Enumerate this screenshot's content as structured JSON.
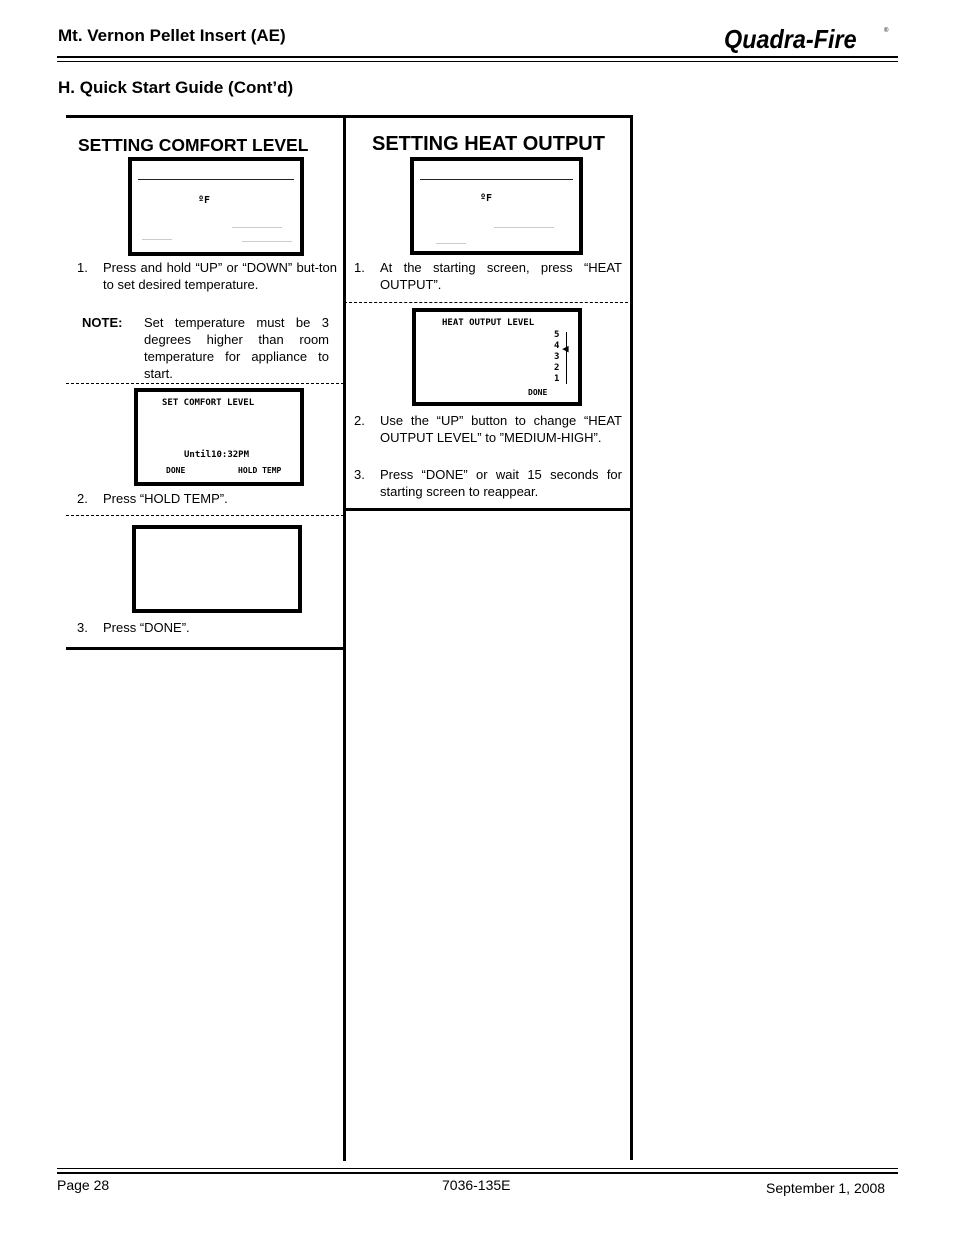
{
  "header": {
    "doc_title": "Mt. Vernon Pellet Insert (AE)",
    "logo_text": "Quadra-Fire",
    "logo_mark": "®"
  },
  "section_title": "H. Quick Start Guide (Cont’d)",
  "left_column": {
    "heading": "SETTING COMFORT LEVEL",
    "screen1": {
      "unit": "ºF"
    },
    "step1": {
      "num": "1.",
      "text": "Press and hold “UP” or “DOWN” but-ton to set desired temperature."
    },
    "note": {
      "label": "NOTE:",
      "text": "Set temperature must be 3 degrees higher than room temperature for appliance to start."
    },
    "screen2": {
      "title": "SET COMFORT LEVEL",
      "until": "Until10:32PM",
      "done": "DONE",
      "hold": "HOLD TEMP"
    },
    "step2": {
      "num": "2.",
      "text": "Press “HOLD TEMP”."
    },
    "step3": {
      "num": "3.",
      "text": "Press “DONE”."
    }
  },
  "right_column": {
    "heading": "SETTING HEAT OUTPUT",
    "screen1": {
      "unit": "ºF"
    },
    "step1": {
      "num": "1.",
      "text": "At the starting screen, press “HEAT OUTPUT”."
    },
    "screen2": {
      "title": "HEAT OUTPUT LEVEL",
      "levels": [
        "5",
        "4",
        "3",
        "2",
        "1"
      ],
      "done": "DONE",
      "pointer": "◀"
    },
    "step2": {
      "num": "2.",
      "text": "Use the “UP” button to change “HEAT OUTPUT LEVEL” to ”MEDIUM-HIGH”."
    },
    "step3": {
      "num": "3.",
      "text": "Press “DONE” or wait 15 seconds for starting screen to reappear."
    }
  },
  "footer": {
    "page": "Page 28",
    "doc_number": "7036-135E",
    "date": "September 1, 2008"
  }
}
